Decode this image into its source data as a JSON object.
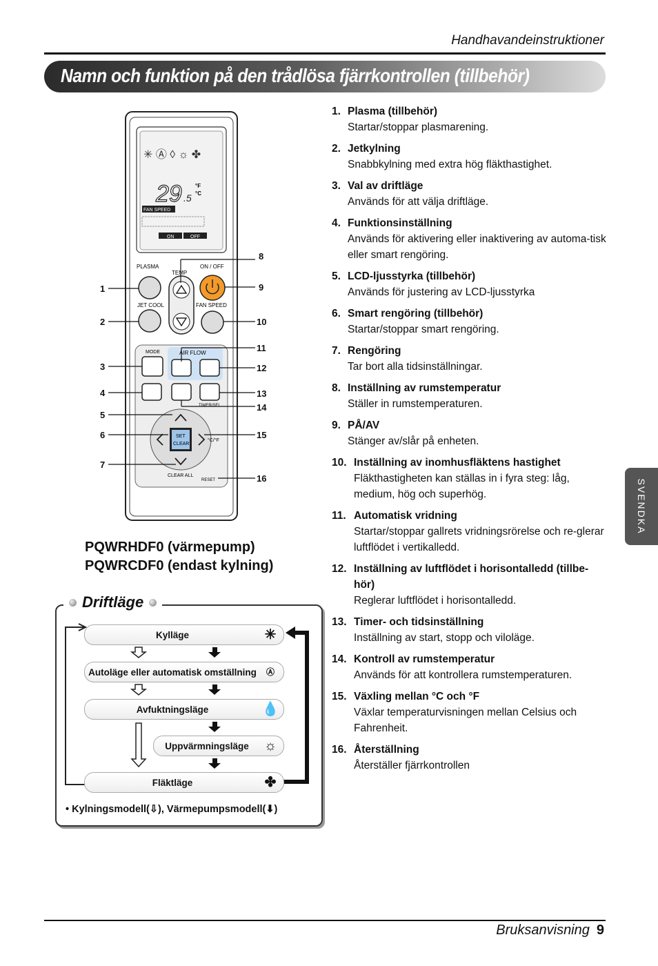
{
  "header": {
    "section": "Handhavandeinstruktioner"
  },
  "title": "Namn och funktion på den trådlösa fjärrkontrollen (tillbehör)",
  "remote": {
    "lcd": {
      "temp": "29",
      "temp_decimal": ".5",
      "unit_f": "°F",
      "unit_c": "°C",
      "fan_speed": "FAN SPEED",
      "on": "ON",
      "off": "OFF"
    },
    "labels": {
      "plasma": "PLASMA",
      "temp": "TEMP",
      "on_off": "ON / OFF",
      "jet_cool": "JET COOL",
      "fan_speed": "FAN SPEED",
      "mode": "MODE",
      "air_flow": "AIR FLOW",
      "timer": "TIMER/SEL",
      "set": "SET",
      "clear": "CLEAR",
      "clear_all": "CLEAR ALL",
      "reset": "RESET",
      "cf": "°C/°F"
    },
    "callouts_left": [
      "1",
      "2",
      "3",
      "4",
      "5",
      "6",
      "7"
    ],
    "callouts_right": [
      "8",
      "9",
      "10",
      "11",
      "12",
      "13",
      "14",
      "15",
      "16"
    ]
  },
  "models": [
    "PQWRHDF0 (värmepump)",
    "PQWRCDF0 (endast kylning)"
  ],
  "functions": [
    {
      "num": "1.",
      "title": "Plasma (tillbehör)",
      "desc": "Startar/stoppar plasmarening."
    },
    {
      "num": "2.",
      "title": "Jetkylning",
      "desc": "Snabbkylning med extra hög fläkthastighet."
    },
    {
      "num": "3.",
      "title": "Val av driftläge",
      "desc": "Används för att välja driftläge."
    },
    {
      "num": "4.",
      "title": "Funktionsinställning",
      "desc": "Används för aktivering eller inaktivering av automa-tisk eller smart rengöring."
    },
    {
      "num": "5.",
      "title": "LCD-ljusstyrka (tillbehör)",
      "desc": "Används för justering av LCD-ljusstyrka"
    },
    {
      "num": "6.",
      "title": "Smart rengöring (tillbehör)",
      "desc": "Startar/stoppar smart rengöring."
    },
    {
      "num": "7.",
      "title": "Rengöring",
      "desc": "Tar bort alla tidsinställningar."
    },
    {
      "num": "8.",
      "title": "Inställning av rumstemperatur",
      "desc": "Ställer in rumstemperaturen."
    },
    {
      "num": "9.",
      "title": "PÅ/AV",
      "desc": "Stänger av/slår på enheten."
    },
    {
      "num": "10.",
      "title": "Inställning av inomhusfläktens hastighet",
      "desc": "Fläkthastigheten kan ställas in i fyra steg: låg, medium, hög och superhög."
    },
    {
      "num": "11.",
      "title": "Automatisk vridning",
      "desc": "Startar/stoppar gallrets vridningsrörelse och re-glerar luftflödet i vertikalledd."
    },
    {
      "num": "12.",
      "title": "Inställning av luftflödet i horisontalledd (tillbe-hör)",
      "desc": "Reglerar luftflödet i horisontalledd."
    },
    {
      "num": "13.",
      "title": "Timer- och tidsinställning",
      "desc": "Inställning av start, stopp och viloläge."
    },
    {
      "num": "14.",
      "title": "Kontroll av rumstemperatur",
      "desc": "Används för att kontrollera rumstemperaturen."
    },
    {
      "num": "15.",
      "title": "Växling mellan °C och °F",
      "desc": "Växlar temperaturvisningen mellan Celsius och Fahrenheit."
    },
    {
      "num": "16.",
      "title": "Återställning",
      "desc": "Återställer fjärrkontrollen"
    }
  ],
  "side_tab": "SVENDKA",
  "drift": {
    "title": "Driftläge",
    "modes": [
      "Kylläge",
      "Autoläge eller automatisk omställning",
      "Avfuktningsläge",
      "Uppvärmningsläge",
      "Fläktläge"
    ],
    "note_prefix": "• Kylningsmodell(",
    "note_middle": "), Värmepumpsmodell(",
    "note_suffix": ")"
  },
  "footer": {
    "label": "Bruksanvisning",
    "page": "9"
  }
}
